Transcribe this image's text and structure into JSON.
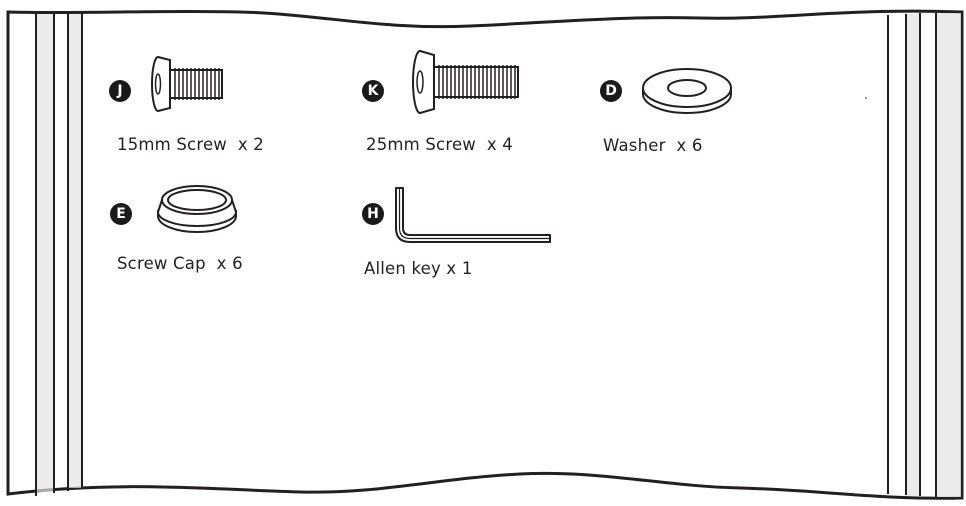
{
  "parts": [
    {
      "letter": "J",
      "label": "15mm Screw  x 2",
      "icon": "short-screw-icon"
    },
    {
      "letter": "K",
      "label": "25mm Screw  x 4",
      "icon": "long-screw-icon"
    },
    {
      "letter": "D",
      "label": "Washer  x 6",
      "icon": "washer-icon"
    },
    {
      "letter": "E",
      "label": "Screw Cap  x 6",
      "icon": "screw-cap-icon"
    },
    {
      "letter": "H",
      "label": "Allen key x 1",
      "icon": "allen-key-icon"
    }
  ]
}
